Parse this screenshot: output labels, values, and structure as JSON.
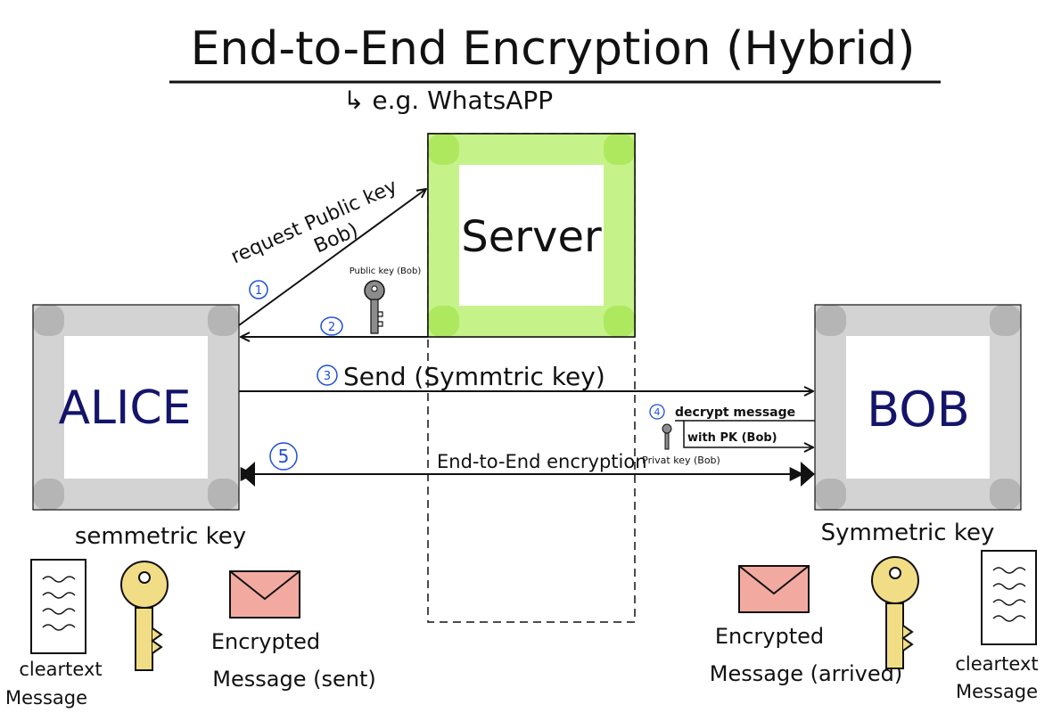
{
  "title": "End-to-End Encryption (Hybrid)",
  "subtitle": "↳ e.g. WhatsAPP",
  "server_label": "Server",
  "alice_label": "ALICE",
  "bob_label": "BOB",
  "steps": {
    "s1_num": "1",
    "s1_line1": "request Public key",
    "s1_line2": "Bob)",
    "public_key_label": "Public key (Bob)",
    "s2_num": "2",
    "s3_num": "3",
    "s3_label": "Send (Symmtric key)",
    "s4_num": "4",
    "s4_line1": "decrypt message",
    "s4_line2": "with PK (Bob)",
    "private_key_label": "Privat key (Bob)",
    "s5_num": "5",
    "e2e_label": "End-to-End encryption"
  },
  "alice_side": {
    "key_label": "semmetric key",
    "clear_line1": "cleartext",
    "clear_line2": "Message",
    "env_line1": "Encrypted",
    "env_line2": "Message (sent)"
  },
  "bob_side": {
    "key_label": "Symmetric key",
    "clear_line1": "cleartext",
    "clear_line2": "Message",
    "env_line1": "Encrypted",
    "env_line2": "Message (arrived)"
  },
  "colors": {
    "server_frame": "#c6f28a",
    "server_corner": "#aee85f",
    "box_frame": "#d3d3d3",
    "box_corner": "#b5b5b5",
    "key": "#f1dd85",
    "envelope": "#f2aaa0",
    "step_circle": "#1d4ed8",
    "box_text": "#14146b"
  }
}
